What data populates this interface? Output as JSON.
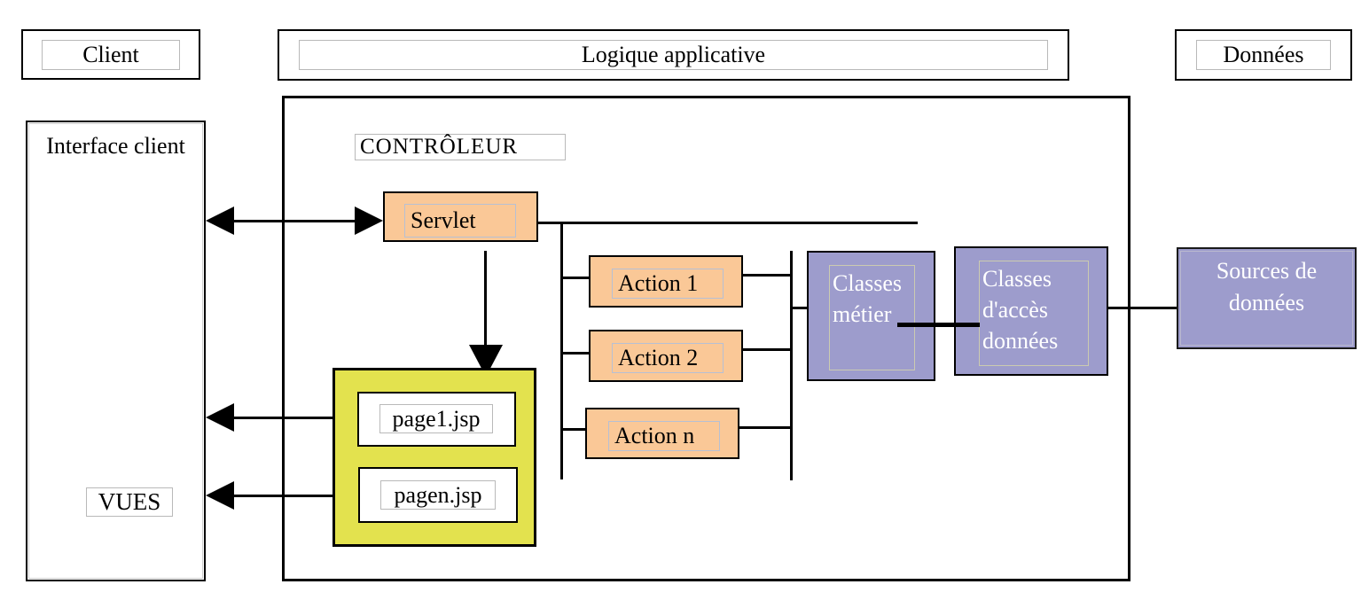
{
  "headers": {
    "client": "Client",
    "logic": "Logique applicative",
    "data": "Données"
  },
  "client_panel": {
    "title": "Interface client",
    "views_label": "VUES"
  },
  "controller": {
    "label": "CONTRÔLEUR",
    "servlet_label": "Servlet"
  },
  "actions": [
    {
      "label": "Action 1"
    },
    {
      "label": "Action 2"
    },
    {
      "label": "Action n"
    }
  ],
  "business": {
    "classes_metier": "Classes métier",
    "classes_acces": "Classes d'accès données",
    "sources": "Sources de données"
  },
  "views": {
    "pages": [
      {
        "label": "page1.jsp"
      },
      {
        "label": "pagen.jsp"
      }
    ]
  },
  "colors": {
    "action_box_fill": "#FAC897",
    "business_box_fill": "#9D9CCC",
    "views_box_fill": "#E3E24E",
    "connector": "#000000"
  }
}
